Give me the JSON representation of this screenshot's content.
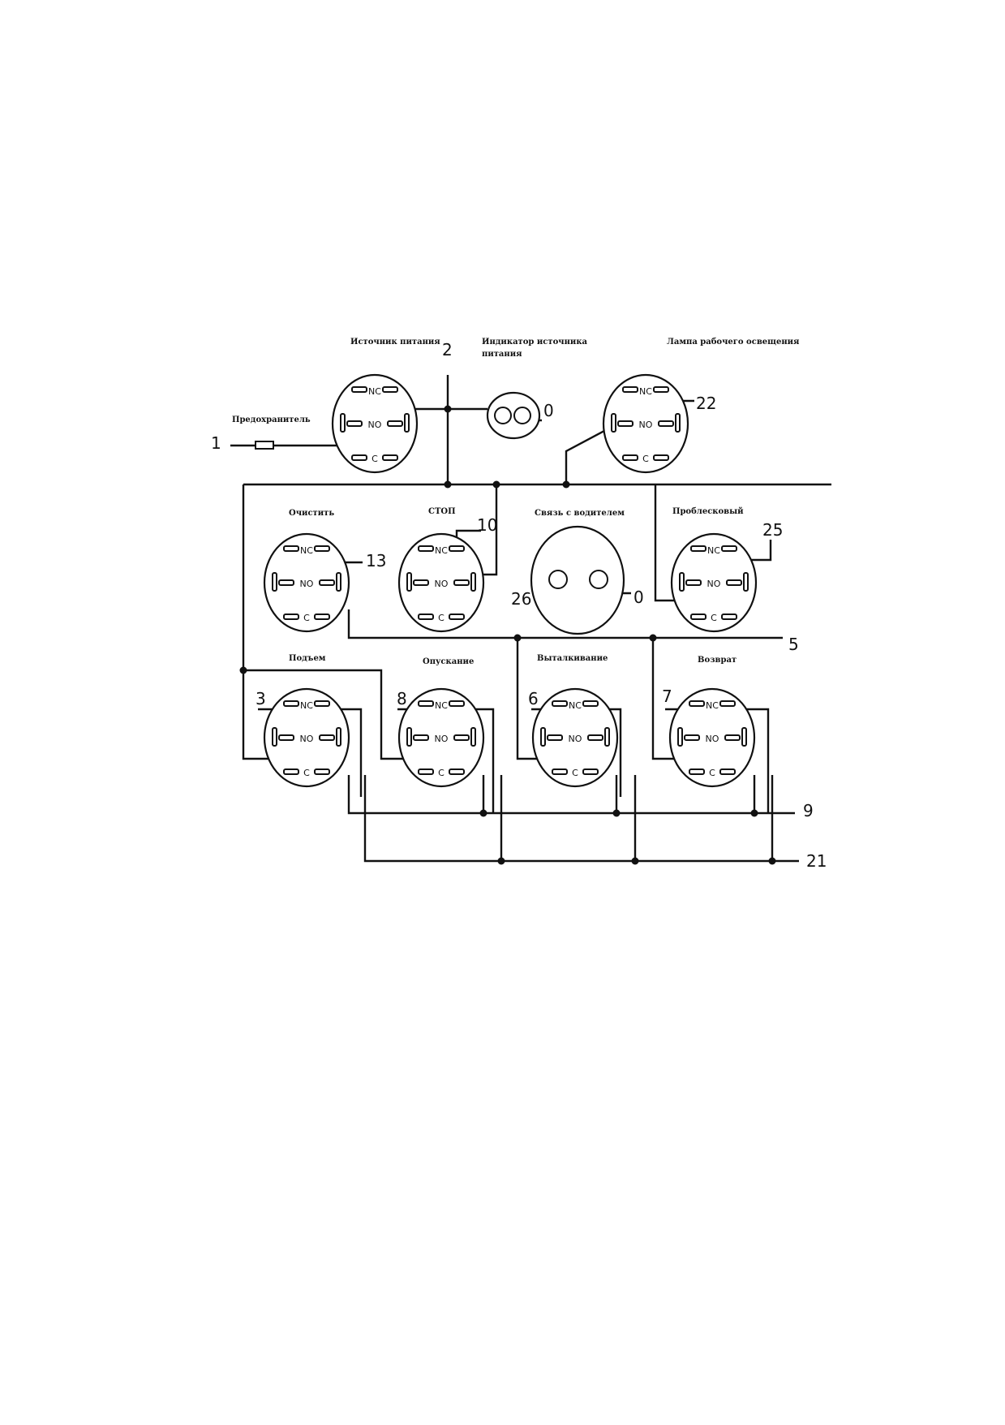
{
  "diagram": {
    "components": {
      "power_source": "Источник питания",
      "power_indicator_line1": "Индикатор источника",
      "power_indicator_line2": "питания",
      "work_light": "Лампа рабочего освещения",
      "fuse": "Предохранитель",
      "clear": "Очистить",
      "stop": "СТОП",
      "driver_comm": "Связь с водителем",
      "strobe": "Проблесковый",
      "lift": "Подъем",
      "lower": "Опускание",
      "extend": "Выталкивание",
      "return": "Возврат"
    },
    "wire_numbers": {
      "w1": "1",
      "w2": "2",
      "w0_indicator": "0",
      "w22": "22",
      "w10": "10",
      "w13": "13",
      "w25": "25",
      "w26": "26",
      "w0_comm": "0",
      "w5": "5",
      "w3": "3",
      "w8": "8",
      "w6": "6",
      "w7": "7",
      "w9": "9",
      "w21": "21"
    },
    "switch_terminal_labels": {
      "nc": "NC",
      "no": "NO",
      "c": "C"
    }
  }
}
